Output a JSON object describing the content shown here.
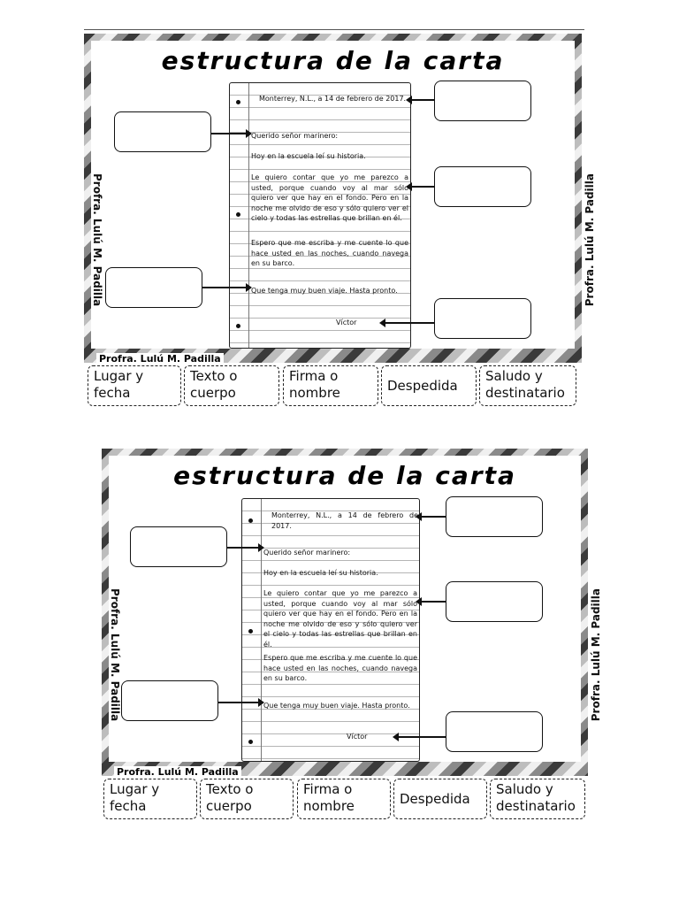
{
  "worksheets": [
    {
      "title": "estructura de la carta",
      "signature_bottom": "Profra. Lulú M. Padilla",
      "signature_left": "Profra. Lulú M. Padilla",
      "signature_right": "Profra. Lulú M. Padilla",
      "letter": {
        "place_date": "Monterrey, N.L., a 14 de febrero de 2017.",
        "greeting": "Querido señor marinero:",
        "body_1": "Hoy en la escuela leí su historia.",
        "body_2": "Le quiero contar que yo me parezco a usted, porque cuando voy al mar sólo quiero ver que hay en el fondo.  Pero en la noche me olvido de eso y sólo quiero ver el cielo y todas las estrellas que brillan en él.",
        "body_3": "Espero que me escriba y me cuente lo que hace usted en las noches, cuando navega en su barco.",
        "closing": "Que tenga muy buen viaje. Hasta pronto.",
        "signature": "Víctor"
      },
      "labels": [
        "Lugar y fecha",
        "Texto o cuerpo",
        "Firma o nombre",
        "Despedida",
        "Saludo y destinatario"
      ]
    },
    {
      "title": "estructura de la carta",
      "signature_bottom": "Profra. Lulú M. Padilla",
      "signature_left": "Profra. Lulú M. Padilla",
      "signature_right": "Profra. Lulú M. Padilla",
      "letter": {
        "place_date": "Monterrey, N.L., a 14 de febrero de 2017.",
        "greeting": "Querido señor marinero:",
        "body_1": "Hoy en la escuela leí su historia.",
        "body_2": "Le quiero contar que yo me parezco a usted, porque cuando voy al mar sólo quiero ver que hay en el fondo.  Pero en la noche me olvido de eso y sólo quiero ver el cielo y todas las estrellas que brillan en él.",
        "body_3": "Espero que me escriba y me cuente lo que hace usted en las noches, cuando navega en su barco.",
        "closing": "Que tenga muy buen viaje. Hasta pronto.",
        "signature": "Víctor"
      },
      "labels": [
        "Lugar y fecha",
        "Texto o cuerpo",
        "Firma o nombre",
        "Despedida",
        "Saludo y destinatario"
      ]
    }
  ]
}
